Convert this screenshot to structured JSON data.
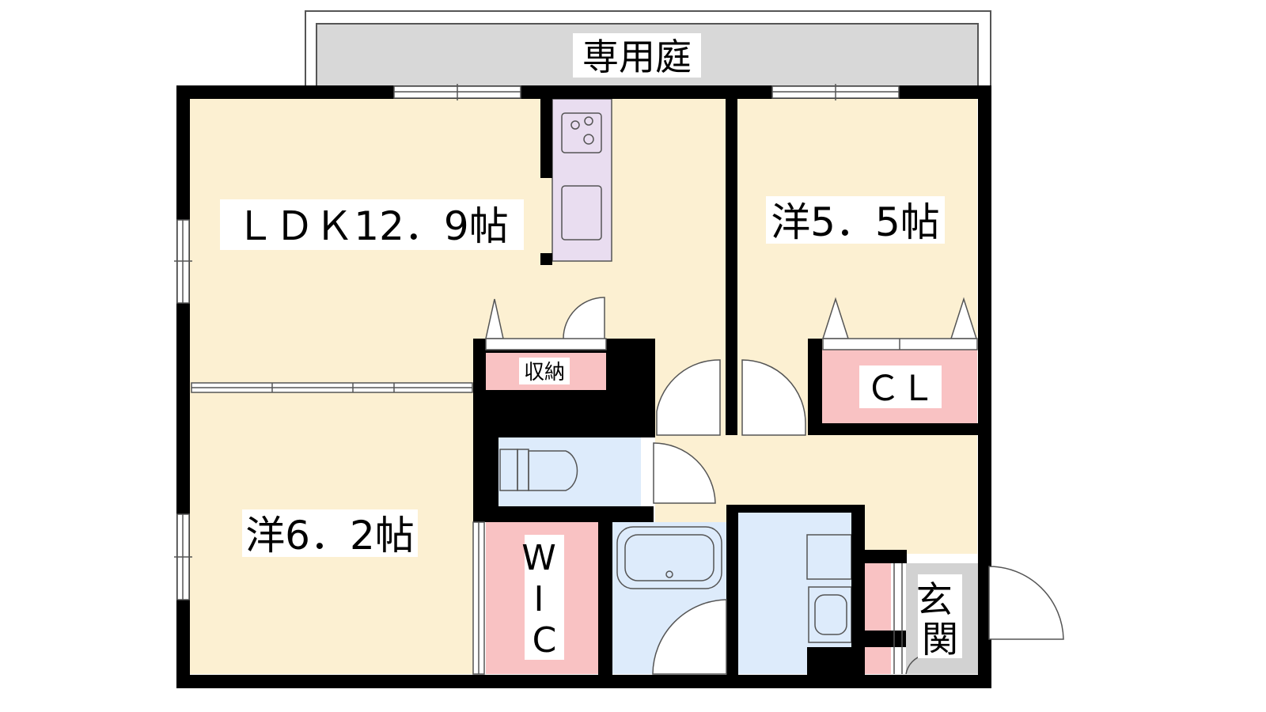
{
  "floorplan": {
    "garden_label": "専用庭",
    "ldk_label": "ＬＤＫ12．9帖",
    "room_east_label": "洋5．5帖",
    "room_west_label": "洋6．2帖",
    "storage_label": "収納",
    "closet_label": "ＣＬ",
    "wic_label": "W\nI\nC",
    "entrance_label": "玄\n関"
  },
  "colors": {
    "room": "#fcf0d2",
    "wet": "#ddebfb",
    "storage": "#f9c2c3",
    "kitchen": "#e9ddf0",
    "garden": "#d8d8d8",
    "entrance": "#d2d2d2",
    "wall": "#000000"
  }
}
